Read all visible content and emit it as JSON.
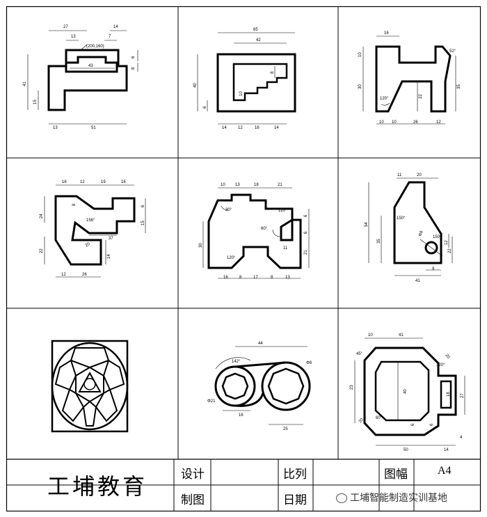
{
  "title_block": {
    "logo": "工埔教育",
    "design_label": "设计",
    "draw_label": "制图",
    "scale_label": "比列",
    "date_label": "日期",
    "sheet_label": "图幅",
    "sheet_value": "A4"
  },
  "watermark": "工埔智能制造实训基地",
  "drawings": {
    "d1": {
      "dims": [
        "27",
        "14",
        "13",
        "7",
        "(200,160)",
        "43",
        "6",
        "8",
        "41",
        "15",
        "13",
        "51"
      ]
    },
    "d2": {
      "dims": [
        "65",
        "42",
        "8",
        "40",
        "10",
        "6",
        "14",
        "12",
        "16",
        "14"
      ]
    },
    "d3": {
      "dims": [
        "16",
        "52°",
        "10",
        "30",
        "35",
        "120°",
        "22",
        "10",
        "10",
        "26",
        "12"
      ]
    },
    "d4": {
      "dims": [
        "16",
        "12",
        "19",
        "16",
        "8",
        "6",
        "24",
        "15",
        "156°",
        "20",
        "37",
        "22",
        "14",
        "12",
        "26"
      ]
    },
    "d5": {
      "dims": [
        "10",
        "13",
        "18",
        "21",
        "30°",
        "120°",
        "6",
        "60°",
        "6",
        "30",
        "120°",
        "11",
        "21",
        "16",
        "8",
        "17",
        "8",
        "13"
      ]
    },
    "d6": {
      "dims": [
        "11",
        "20",
        "150°",
        "54",
        "35",
        "150°",
        "Φ8",
        "12",
        "22",
        "9",
        "41"
      ]
    },
    "d8": {
      "dims": [
        "44",
        "142°",
        "Φ8",
        "Φ21",
        "16",
        "25"
      ]
    },
    "d9": {
      "dims": [
        "10",
        "41",
        "45°",
        "20",
        "120°",
        "23",
        "40",
        "27",
        "18",
        "20",
        "60°",
        "6",
        "6",
        "50",
        "14",
        "4"
      ]
    }
  }
}
